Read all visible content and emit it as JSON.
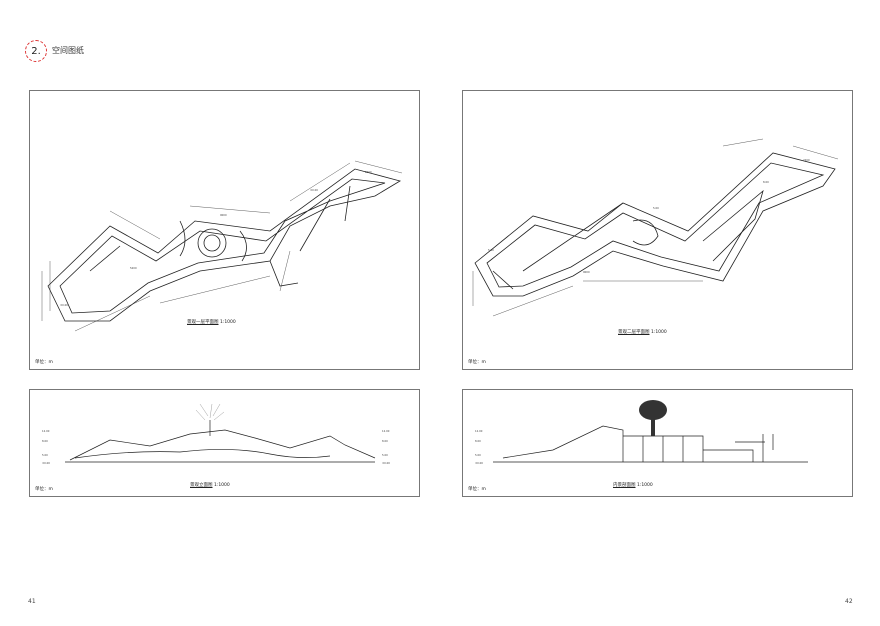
{
  "section": {
    "number": "2.",
    "title": "空间图纸",
    "accent_color": "#dd3333"
  },
  "panels": [
    {
      "caption": "景观一层平面图",
      "scale": "1:1000",
      "unit": "单位：m"
    },
    {
      "caption": "景观二层平面图",
      "scale": "1:1000",
      "unit": "单位：m"
    },
    {
      "caption": "景观立面图",
      "scale": "1:1000",
      "unit": "单位：m"
    },
    {
      "caption": "内景剖面图",
      "scale": "1:1000",
      "unit": "单位：m"
    }
  ],
  "page_numbers": {
    "left": "41",
    "right": "42"
  }
}
